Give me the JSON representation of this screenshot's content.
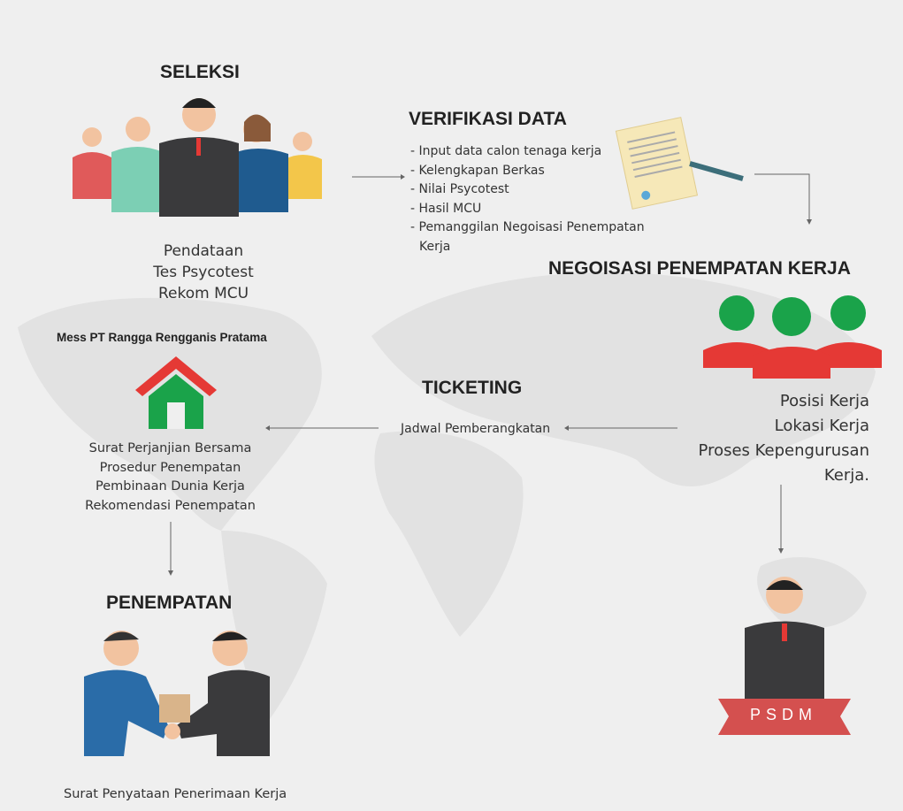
{
  "seleksi": {
    "title": "SELEKSI",
    "lines": [
      "Pendataan",
      "Tes Psycotest",
      "Rekom MCU"
    ]
  },
  "verifikasi": {
    "title": "VERIFIKASI DATA",
    "lines": [
      "- Input data calon tenaga kerja",
      "- Kelengkapan Berkas",
      "- Nilai Psycotest",
      "- Hasil MCU",
      "- Pemanggilan Negoisasi Penempatan",
      "  Kerja"
    ]
  },
  "negoisasi": {
    "title": "NEGOISASI PENEMPATAN KERJA",
    "lines": [
      "Posisi Kerja",
      "Lokasi Kerja",
      "Proses Kepengurusan",
      "Kerja."
    ]
  },
  "mess": {
    "title": "Mess PT Rangga Rengganis Pratama",
    "lines": [
      "Surat Perjanjian Bersama",
      "Prosedur Penempatan",
      "Pembinaan Dunia Kerja",
      "Rekomendasi Penempatan"
    ]
  },
  "ticketing": {
    "title": "TICKETING",
    "line": "Jadwal Pemberangkatan"
  },
  "penempatan": {
    "title": "PENEMPATAN",
    "line": "Surat Penyataan Penerimaan Kerja"
  },
  "psdm": {
    "label": "PSDM"
  },
  "colors": {
    "red": "#e53935",
    "green": "#1aa34a",
    "dark": "#3a3a3c",
    "map": "#e0e0e0"
  }
}
